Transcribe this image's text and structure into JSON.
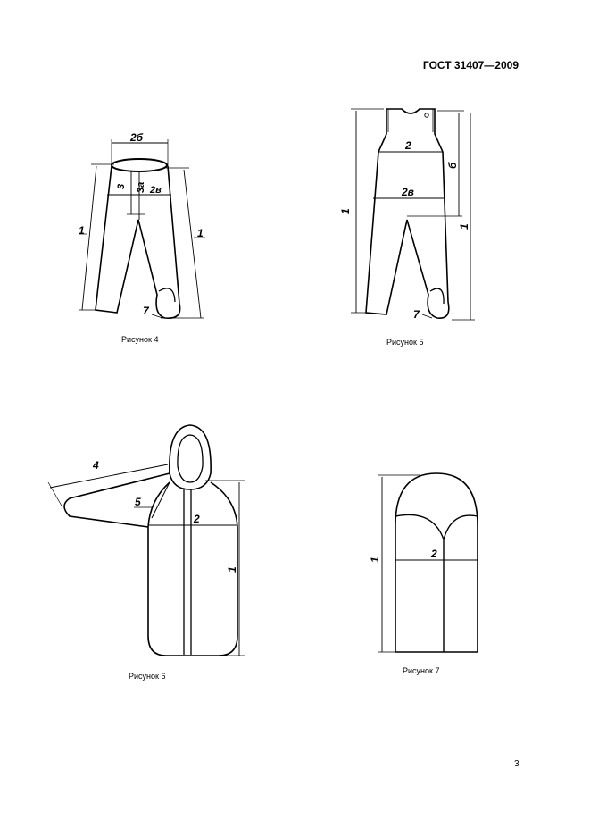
{
  "header": {
    "standard": "ГОСТ 31407—2009"
  },
  "figures": [
    {
      "caption": "Рисунок 4",
      "labels": [
        "2б",
        "3",
        "3а",
        "2в",
        "1",
        "1",
        "7"
      ]
    },
    {
      "caption": "Рисунок 5",
      "labels": [
        "2",
        "2в",
        "б",
        "1",
        "1",
        "7"
      ]
    },
    {
      "caption": "Рисунок 6",
      "labels": [
        "4",
        "5",
        "2",
        "1"
      ]
    },
    {
      "caption": "Рисунок 7",
      "labels": [
        "2",
        "1"
      ]
    }
  ],
  "page_number": "3"
}
